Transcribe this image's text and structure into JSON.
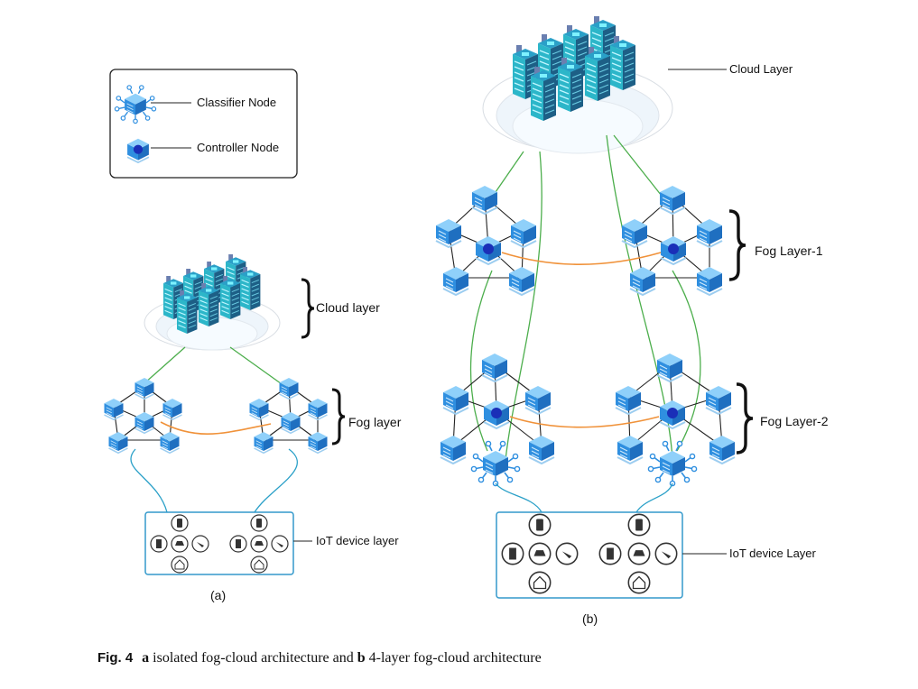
{
  "legend": {
    "items": [
      {
        "label": "Classifier Node",
        "icon": "classifier-node-icon"
      },
      {
        "label": "Controller Node",
        "icon": "controller-node-icon"
      }
    ]
  },
  "diagram_a": {
    "labels": {
      "cloud": "Cloud layer",
      "fog": "Fog layer",
      "iot": "IoT device layer"
    },
    "sublabel": "(a)"
  },
  "diagram_b": {
    "labels": {
      "cloud": "Cloud Layer",
      "fog1": "Fog Layer-1",
      "fog2": "Fog Layer-2",
      "iot": "IoT device Layer"
    },
    "sublabel": "(b)"
  },
  "caption": {
    "fig": "Fig. 4",
    "a": "a",
    "a_text": " isolated fog-cloud architecture and ",
    "b": "b",
    "b_text": " 4-layer fog-cloud architecture"
  },
  "colors": {
    "node_blue": "#2f8fe0",
    "node_light": "#8fd0fa",
    "controller_core": "#1a2fb8",
    "server_teal": "#2cb6c9",
    "server_dark": "#1d5f86",
    "cloud_link": "#4cae4c",
    "fog_link": "#f0923a",
    "iot_link": "#2aa0c8",
    "iot_box": "#3399cc"
  },
  "iot_icons": [
    "phone-icon",
    "traffic-light-icon",
    "car-icon",
    "cctv-icon",
    "smart-home-icon"
  ]
}
